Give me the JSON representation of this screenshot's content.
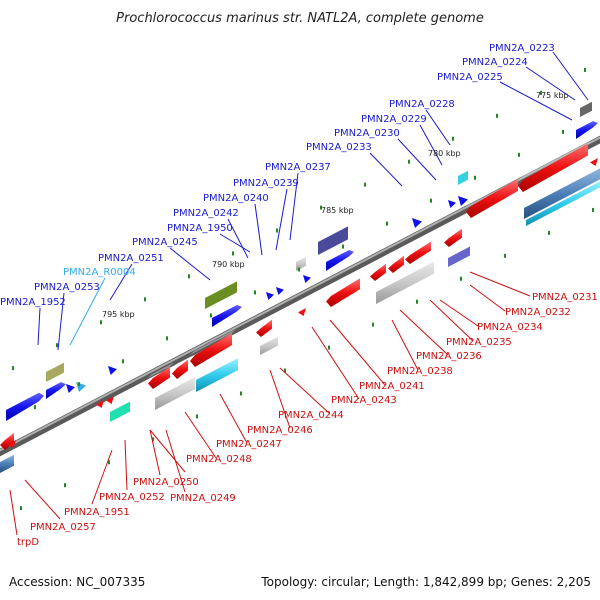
{
  "title": "Prochlorococcus marinus str. NATL2A, complete genome",
  "footer": {
    "accession": "Accession: NC_007335",
    "summary": "Topology: circular; Length: 1,842,899 bp; Genes: 2,205"
  },
  "colors": {
    "backbone": "#808080",
    "forward_gene": "#1010ee",
    "reverse_gene": "#ee1010",
    "forward_label": "#1a1acc",
    "reverse_label": "#cc1111",
    "rna_label": "#33aaee",
    "tick": "#228822"
  },
  "kbp_markers": [
    "775 kbp",
    "780 kbp",
    "785 kbp",
    "790 kbp",
    "795 kbp"
  ],
  "forward_labels": [
    "PMN2A_0223",
    "PMN2A_0224",
    "PMN2A_0225",
    "PMN2A_0228",
    "PMN2A_0229",
    "PMN2A_0230",
    "PMN2A_0233",
    "PMN2A_0237",
    "PMN2A_0239",
    "PMN2A_0240",
    "PMN2A_0242",
    "PMN2A_1950",
    "PMN2A_0245",
    "PMN2A_0251",
    "PMN2A_R0004",
    "PMN2A_0253",
    "PMN2A_1952"
  ],
  "reverse_labels": [
    "PMN2A_0231",
    "PMN2A_0232",
    "PMN2A_0234",
    "PMN2A_0235",
    "PMN2A_0236",
    "PMN2A_0238",
    "PMN2A_0241",
    "PMN2A_0243",
    "PMN2A_0244",
    "PMN2A_0246",
    "PMN2A_0247",
    "PMN2A_0248",
    "PMN2A_0250",
    "PMN2A_0249",
    "PMN2A_0252",
    "PMN2A_1951",
    "PMN2A_0257",
    "trpD"
  ]
}
